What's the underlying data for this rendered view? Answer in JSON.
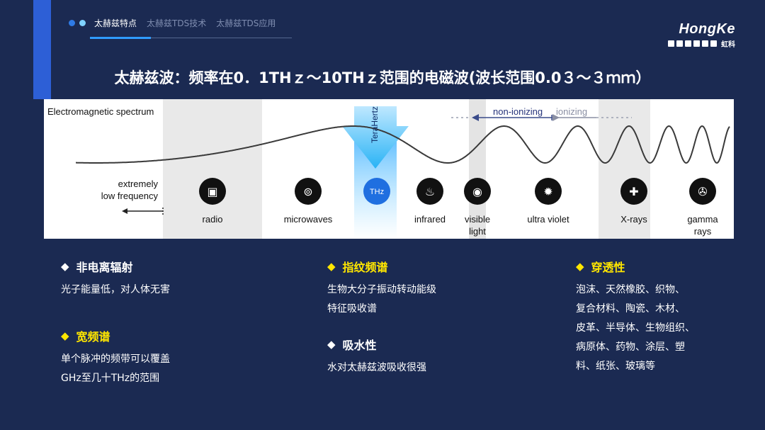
{
  "nav": {
    "tabs": [
      {
        "label": "太赫兹特点",
        "active": true
      },
      {
        "label": "太赫兹TDS技术",
        "active": false
      },
      {
        "label": "太赫兹TDS应用",
        "active": false
      }
    ]
  },
  "logo": {
    "name": "HongKe",
    "cn": "虹科"
  },
  "title": "太赫兹波：频率在0．1THｚ～10THｚ范围的电磁波(波长范围0.0３～３ｍｍ）",
  "spectrum": {
    "heading": "Electromagnetic spectrum",
    "thz_vertical": "TeraHertz",
    "thz_badge": "THz",
    "non_ionizing": "non-ionizing",
    "ionizing": "ionizing",
    "elf_line1": "extremely",
    "elf_line2": "low frequency",
    "bands": [
      {
        "label1": "radio",
        "label2": "",
        "icon": "radio-icon"
      },
      {
        "label1": "microwaves",
        "label2": "",
        "icon": "antenna-icon"
      },
      {
        "label1": "infrared",
        "label2": "",
        "icon": "flame-icon"
      },
      {
        "label1": "visible",
        "label2": "light",
        "icon": "eye-icon"
      },
      {
        "label1": "ultra violet",
        "label2": "",
        "icon": "sun-icon"
      },
      {
        "label1": "X-rays",
        "label2": "",
        "icon": "bone-icon"
      },
      {
        "label1": "gamma",
        "label2": "rays",
        "icon": "radiation-icon"
      }
    ]
  },
  "features": {
    "non_ionizing": {
      "title": "非电离辐射",
      "lines": [
        "光子能量低，对人体无害"
      ]
    },
    "broadband": {
      "title": "宽频谱",
      "lines": [
        "单个脉冲的频带可以覆盖",
        "GHz至几十THz的范围"
      ]
    },
    "fingerprint": {
      "title": "指纹频谱",
      "lines": [
        "生物大分子振动转动能级",
        "特征吸收谱"
      ]
    },
    "water": {
      "title": "吸水性",
      "lines": [
        "水对太赫兹波吸收很强"
      ]
    },
    "penetration": {
      "title": "穿透性",
      "lines": [
        "泡沫、天然橡胶、织物、",
        "复合材料、陶瓷、木材、",
        "皮革、半导体、生物组织、",
        "病原体、药物、涂层、塑",
        "料、纸张、玻璃等"
      ]
    }
  },
  "colors": {
    "background": "#1b2a52",
    "accent": "#ffe600",
    "thz": "#1f6fe0"
  }
}
